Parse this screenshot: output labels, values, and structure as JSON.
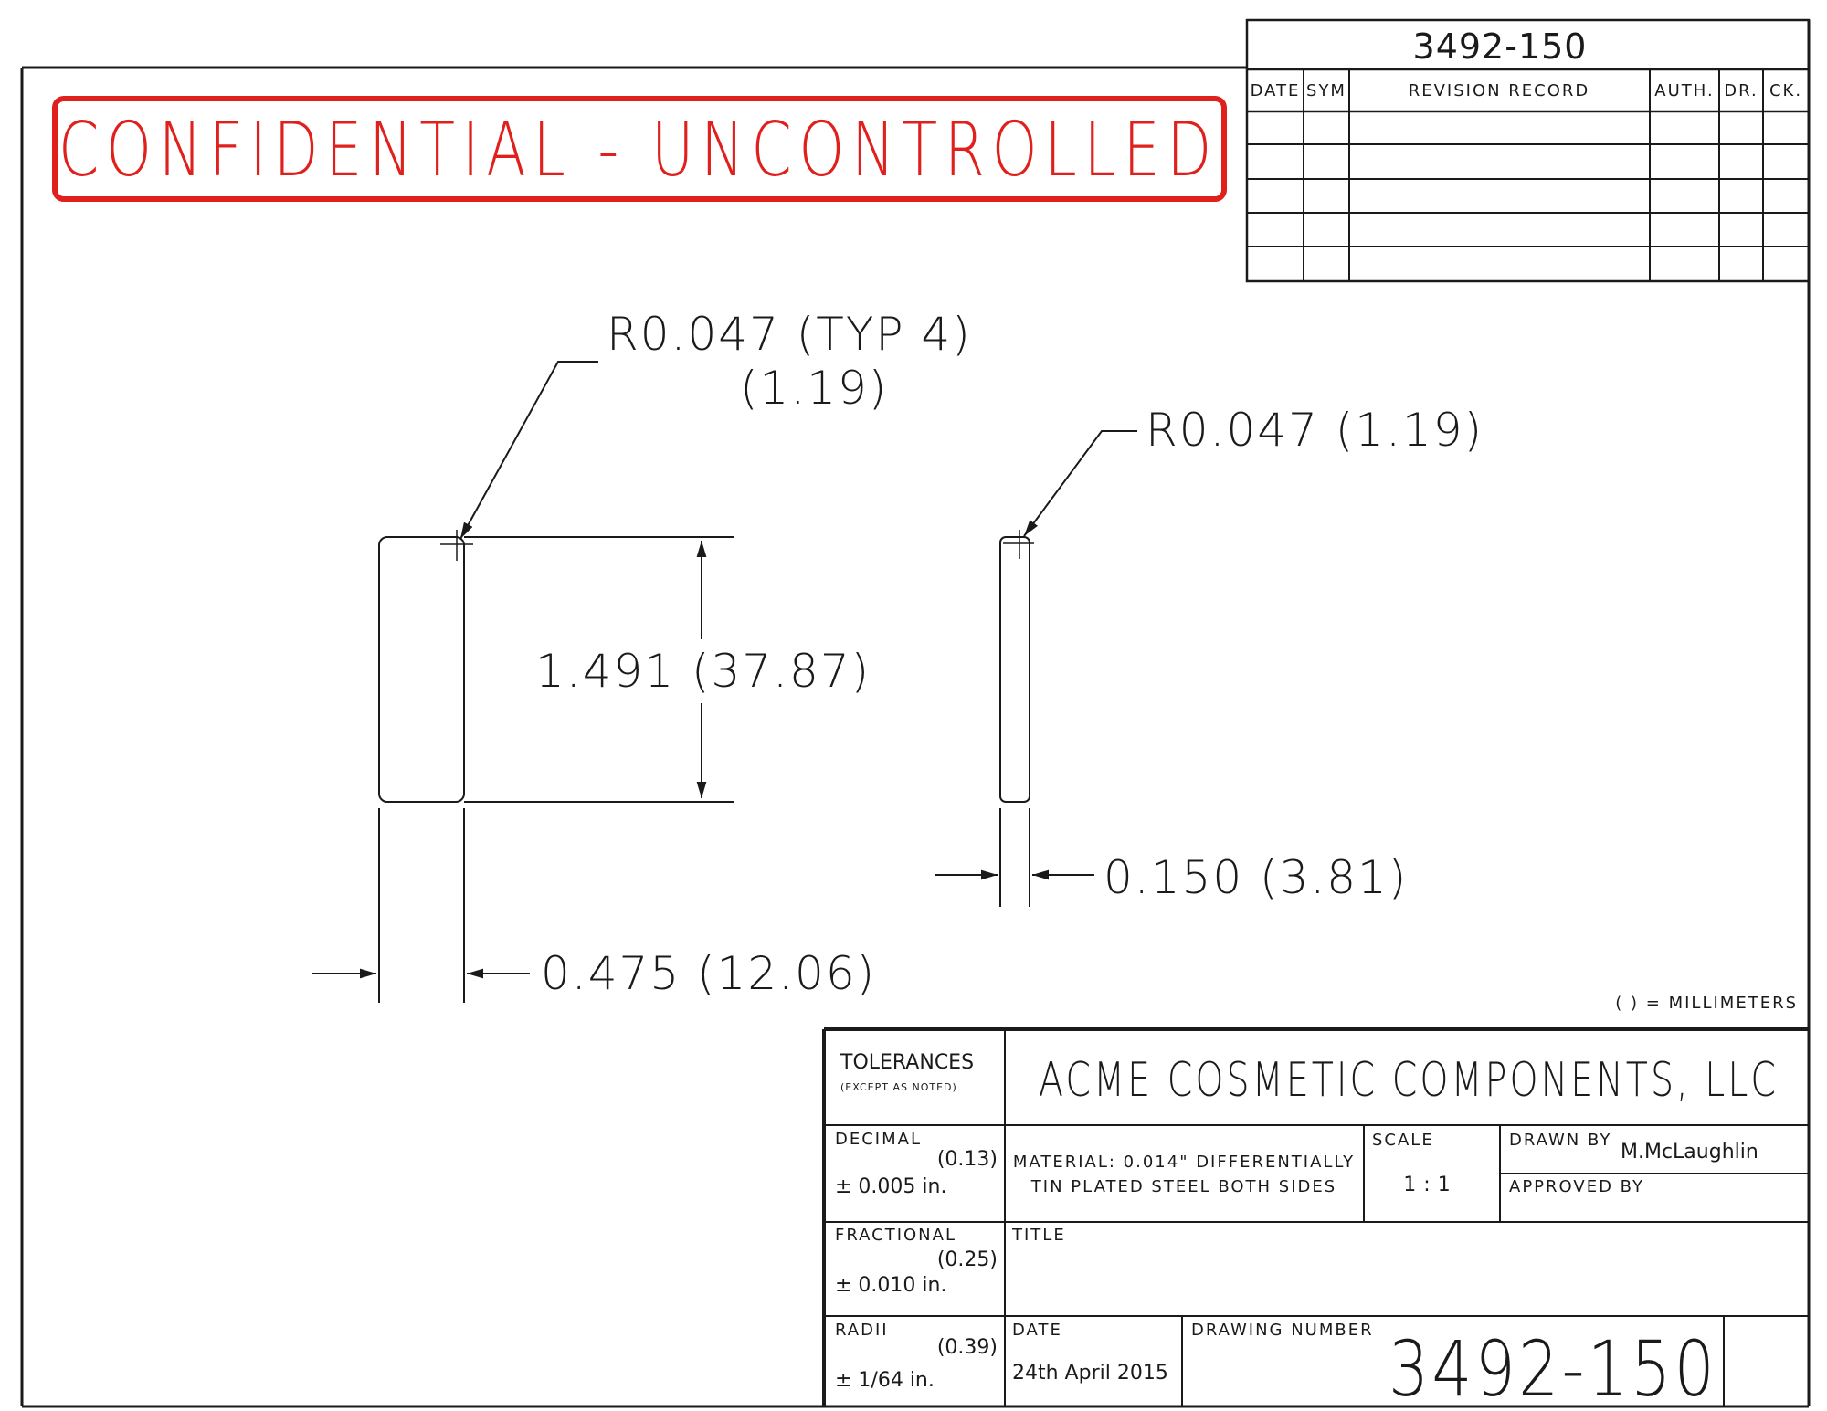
{
  "banner": {
    "text": "CONFIDENTIAL - UNCONTROLLED",
    "color": "#e0201c"
  },
  "header_drawing_number": "3492-150",
  "revision_table": {
    "columns": [
      "DATE",
      "SYM",
      "REVISION RECORD",
      "AUTH.",
      "DR.",
      "CK."
    ],
    "rows": 5
  },
  "annotations": {
    "radius_typ": "R0.047 (TYP 4)",
    "radius_typ_mm": "(1.19)",
    "radius_side": "R0.047 (1.19)",
    "height": "1.491 (37.87)",
    "width": "0.475 (12.06)",
    "thickness": "0.150 (3.81)",
    "units_note": "( ) = MILLIMETERS"
  },
  "title_block": {
    "tolerances_label": "TOLERANCES",
    "except_label": "(EXCEPT AS NOTED)",
    "company": "ACME COSMETIC COMPONENTS, LLC",
    "decimal_label": "DECIMAL",
    "decimal_mm": "(0.13)",
    "decimal_in": "± 0.005 in.",
    "material_line1": "MATERIAL: 0.014\" DIFFERENTIALLY",
    "material_line2": "TIN PLATED STEEL BOTH SIDES",
    "scale_label": "SCALE",
    "scale_value": "1:1",
    "drawn_by_label": "DRAWN BY",
    "drawn_by_value": "M.McLaughlin",
    "approved_by_label": "APPROVED BY",
    "fractional_label": "FRACTIONAL",
    "fractional_mm": "(0.25)",
    "fractional_in": "± 0.010 in.",
    "title_label": "TITLE",
    "radii_label": "RADII",
    "radii_mm": "(0.39)",
    "radii_in": "± 1/64 in.",
    "date_label": "DATE",
    "date_value": "24th April 2015",
    "drawing_number_label": "DRAWING NUMBER",
    "drawing_number": "3492-150"
  }
}
